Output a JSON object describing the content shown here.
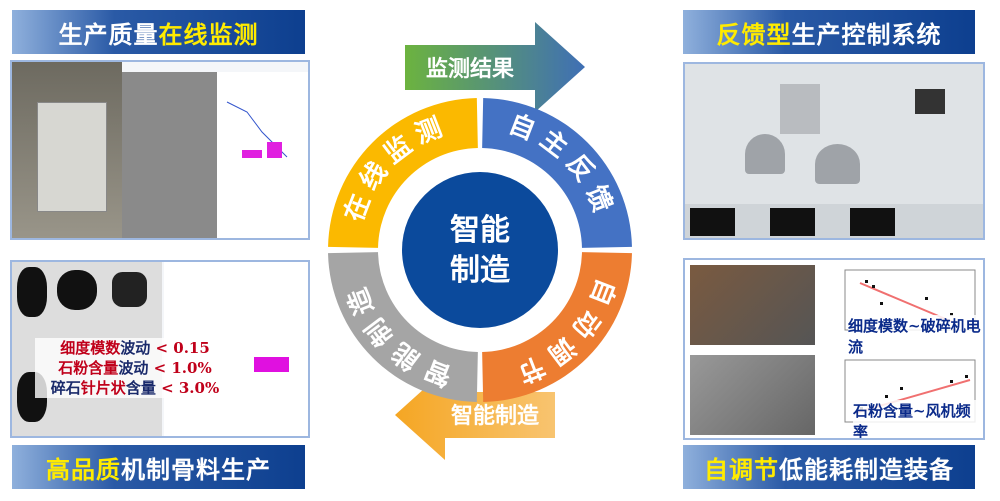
{
  "panels": {
    "top_left": {
      "title_highlight_a": "生产质量",
      "title_highlight_b": "在线监测"
    },
    "bottom_left": {
      "title_highlight": "高品质",
      "title_rest": "机制骨料生产",
      "notes": [
        {
          "red": "细度模数",
          "blue": "波动",
          "val": "< 0.15"
        },
        {
          "red": "石粉含量",
          "blue": "波动",
          "val": "< 1.0%"
        },
        {
          "blue_a": "碎石",
          "red": "针片状",
          "blue": "含量",
          "val": "< 3.0%"
        }
      ]
    },
    "top_right": {
      "title_highlight": "反馈型",
      "title_rest": "生产控制系统"
    },
    "bottom_right": {
      "title_highlight": "自调节",
      "title_rest": "低能耗制造装备",
      "chart1_label": "细度模数~破碎机电流",
      "chart2_label": "石粉含量~风机频率"
    }
  },
  "cycle": {
    "center": [
      "智能",
      "制造"
    ],
    "segments": [
      {
        "label": "在线监测",
        "color": "#fbb900"
      },
      {
        "label": "自主反馈",
        "color": "#4472c4"
      },
      {
        "label": "自动调节",
        "color": "#ed7d31"
      },
      {
        "label": "智能制造",
        "color": "#a5a5a5"
      }
    ],
    "top_arrow": "监测结果",
    "bottom_arrow": "智能制造",
    "center_color": "#0b4a9c"
  }
}
